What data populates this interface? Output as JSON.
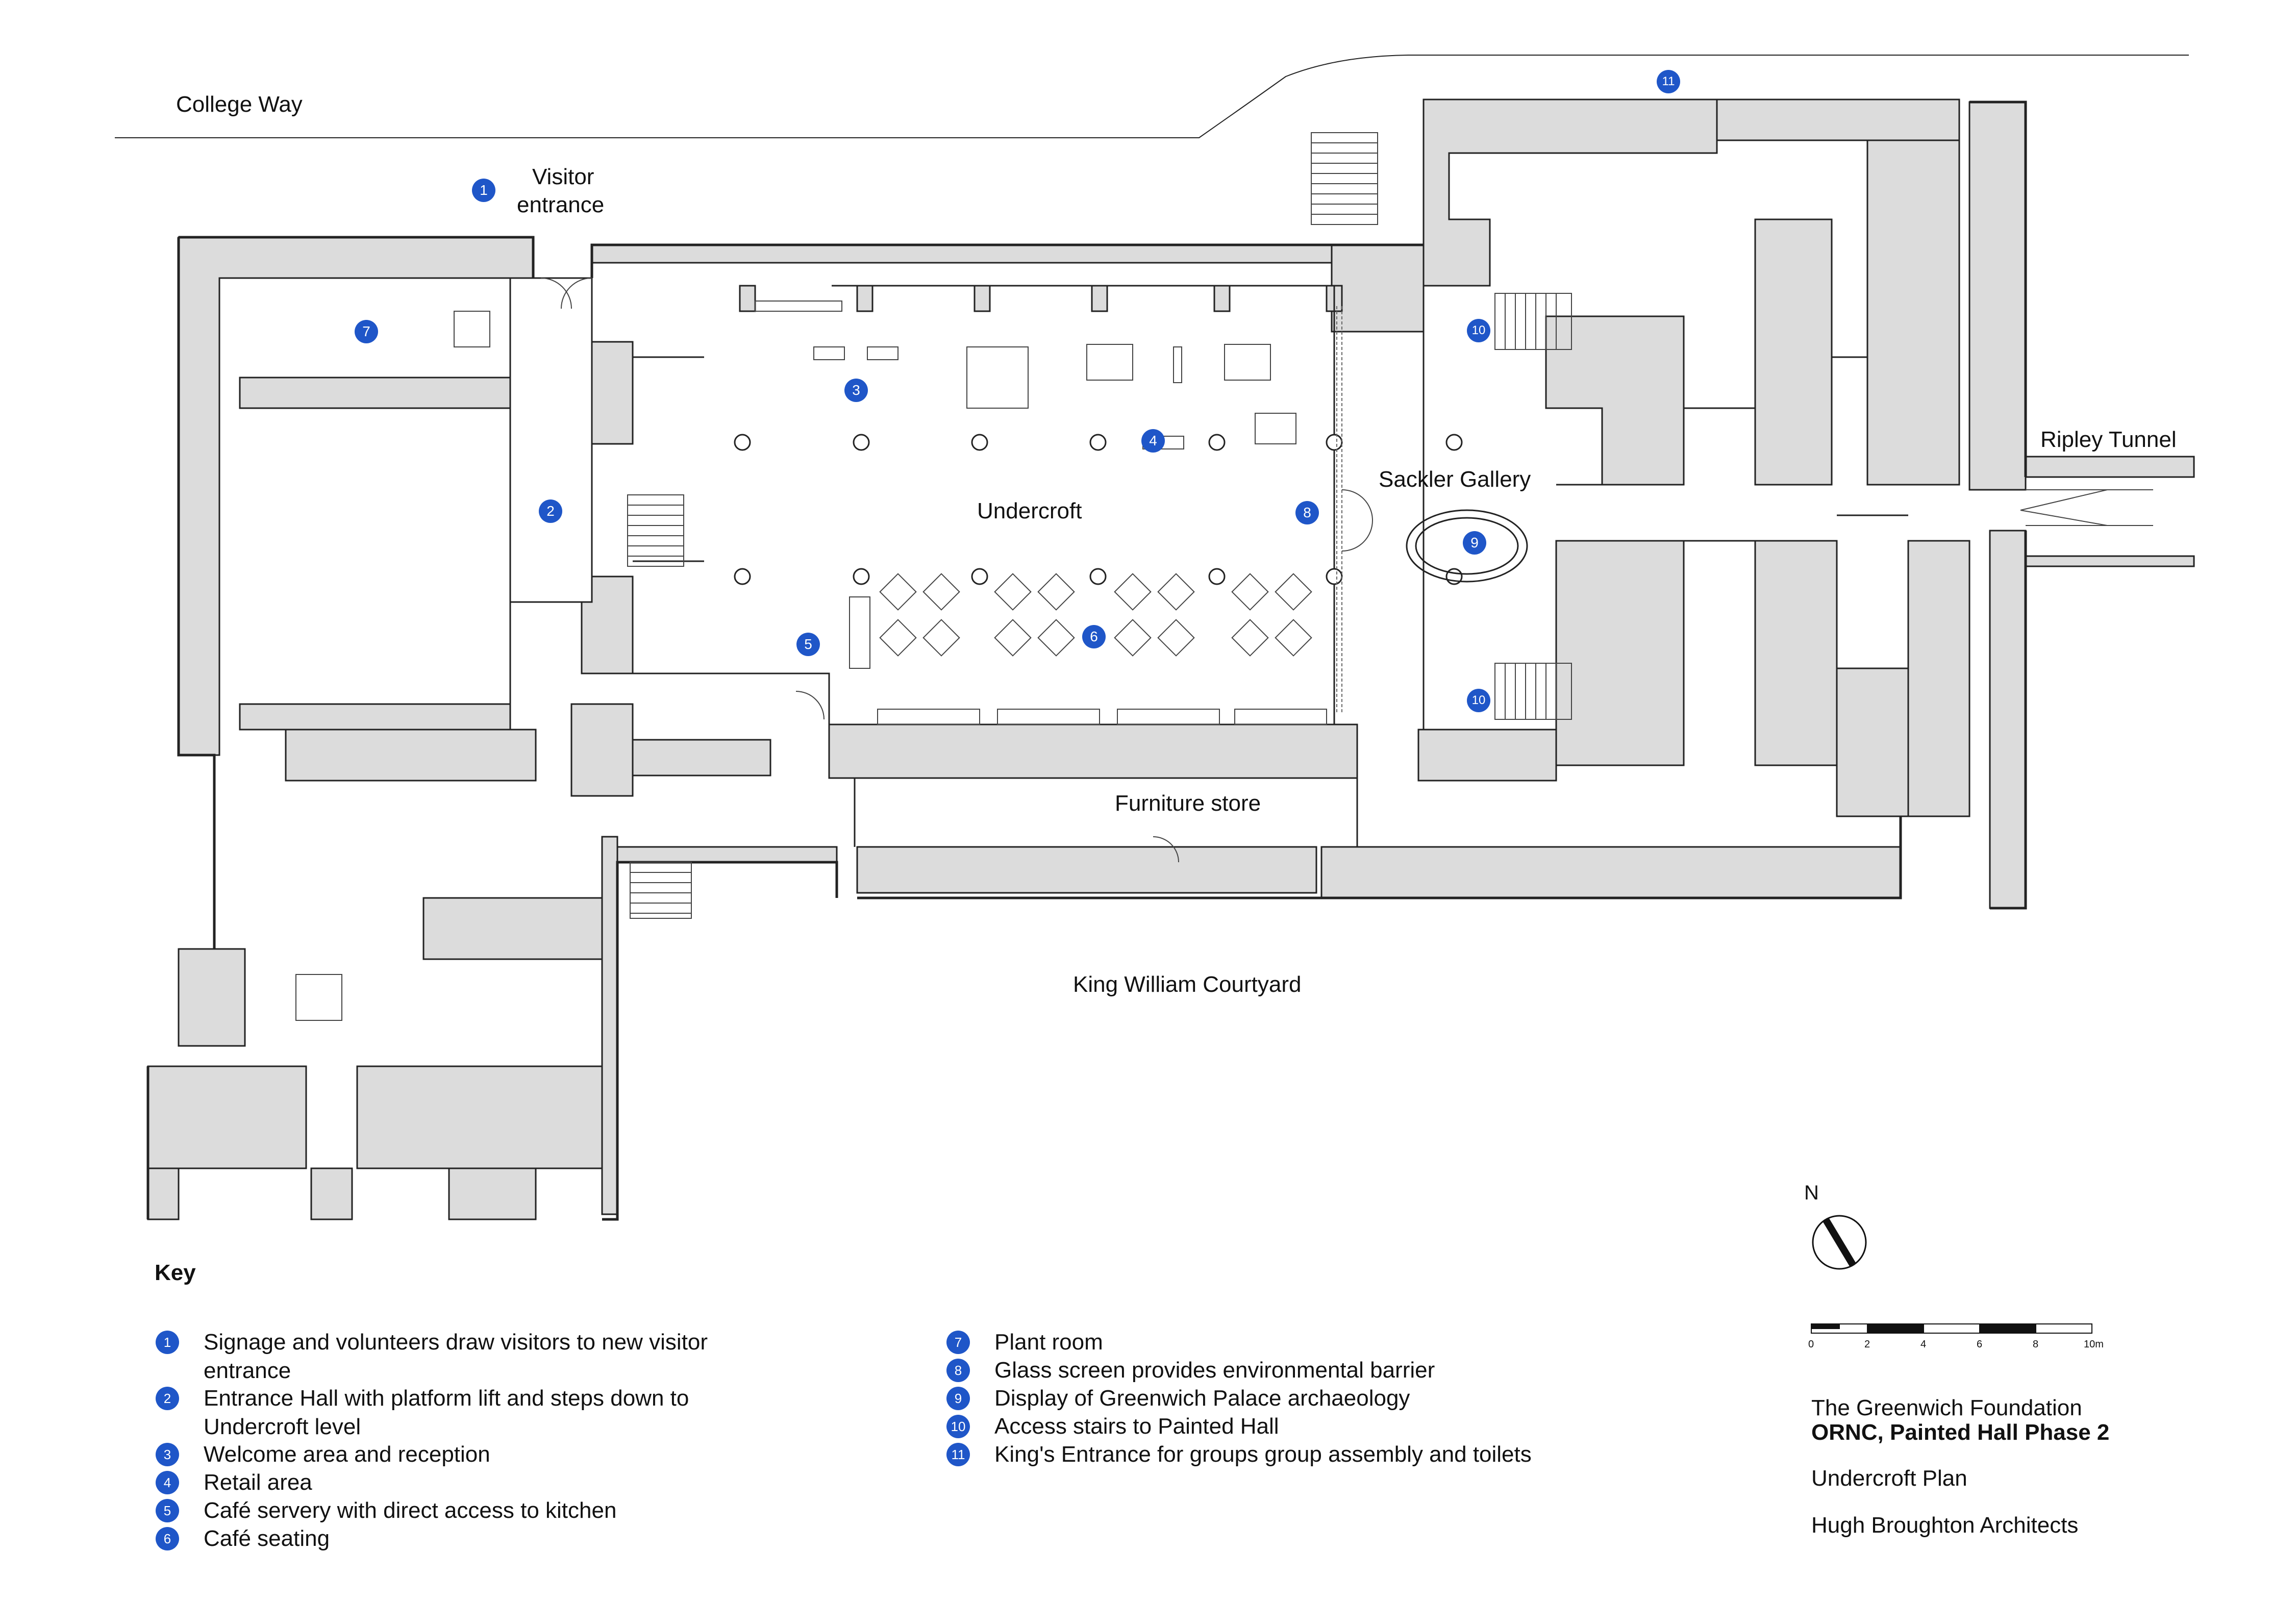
{
  "labels": {
    "college_way": "College Way",
    "visitor_entrance_line1": "Visitor",
    "visitor_entrance_line2": "entrance",
    "undercroft": "Undercroft",
    "sackler_gallery": "Sackler Gallery",
    "ripley_tunnel": "Ripley Tunnel",
    "furniture_store": "Furniture store",
    "king_william_courtyard": "King William Courtyard"
  },
  "markers": [
    {
      "num": "1"
    },
    {
      "num": "2"
    },
    {
      "num": "3"
    },
    {
      "num": "4"
    },
    {
      "num": "5"
    },
    {
      "num": "6"
    },
    {
      "num": "7"
    },
    {
      "num": "8"
    },
    {
      "num": "9"
    },
    {
      "num": "10"
    },
    {
      "num": "10"
    },
    {
      "num": "11"
    }
  ],
  "key": {
    "title": "Key",
    "items": [
      {
        "num": "1",
        "text": "Signage and volunteers draw visitors to new visitor entrance"
      },
      {
        "num": "2",
        "text": "Entrance Hall with platform lift and steps down to Undercroft level"
      },
      {
        "num": "3",
        "text": "Welcome area and reception"
      },
      {
        "num": "4",
        "text": "Retail area"
      },
      {
        "num": "5",
        "text": "Café servery with direct access to kitchen"
      },
      {
        "num": "6",
        "text": "Café seating"
      },
      {
        "num": "7",
        "text": "Plant room"
      },
      {
        "num": "8",
        "text": "Glass screen provides environmental barrier"
      },
      {
        "num": "9",
        "text": "Display of Greenwich Palace archaeology"
      },
      {
        "num": "10",
        "text": "Access stairs to Painted Hall"
      },
      {
        "num": "11",
        "text": "King's Entrance for groups group assembly and toilets"
      }
    ]
  },
  "north_label": "N",
  "scale_bar": {
    "ticks": [
      "0",
      "2",
      "4",
      "6",
      "8",
      "10m"
    ]
  },
  "title_block": {
    "client": "The Greenwich Foundation",
    "project": "ORNC, Painted Hall Phase 2",
    "drawing": "Undercroft Plan",
    "architect": "Hugh Broughton Architects"
  },
  "colors": {
    "marker": "#1f56c8",
    "wall_fill": "#dcdcdc",
    "line": "#222222"
  }
}
